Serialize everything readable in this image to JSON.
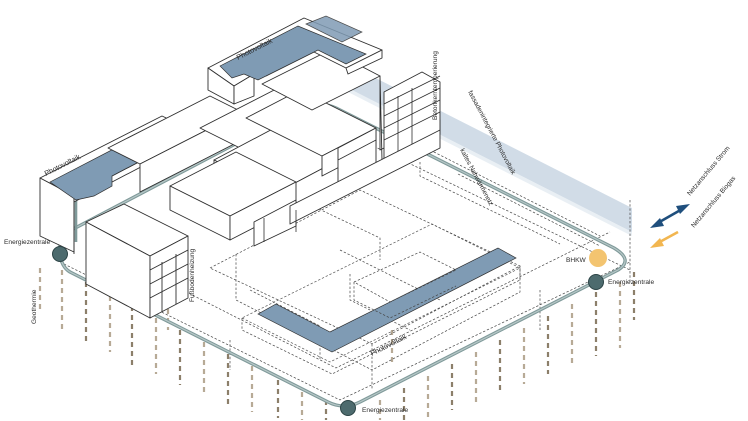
{
  "labels": {
    "photovoltaik_top": "Photovoltaik",
    "photovoltaik_left": "Photovoltaik",
    "photovoltaik_court": "Photovoltaik",
    "betonkern": "Betonkerntemperierung",
    "fassade_pv": "fassadenintegrierte Photovoltaik",
    "kaltes_netz": "kaltes Nahwärmenetz",
    "fussboden": "Fußbodenheizung",
    "geothermie": "Geothermie",
    "energiezentrale_left": "Energiezentrale",
    "energiezentrale_right": "Energiezentrale",
    "energiezentrale_bottom": "Energiezentrale",
    "bhkw": "BHKW",
    "netz_strom": "Netzanschluss Strom",
    "netz_biogas": "Netzanschluss Biogas"
  },
  "colors": {
    "pipe": "#7f9a9a",
    "pipe_dark": "#4d6b6e",
    "pv": "#7f9bb4",
    "facade_pv": "#c9d6e3",
    "bhkw": "#f3c470",
    "arrow_strom": "#1f4f7d",
    "arrow_biogas": "#f2b650",
    "probes": "#b7aa96"
  }
}
